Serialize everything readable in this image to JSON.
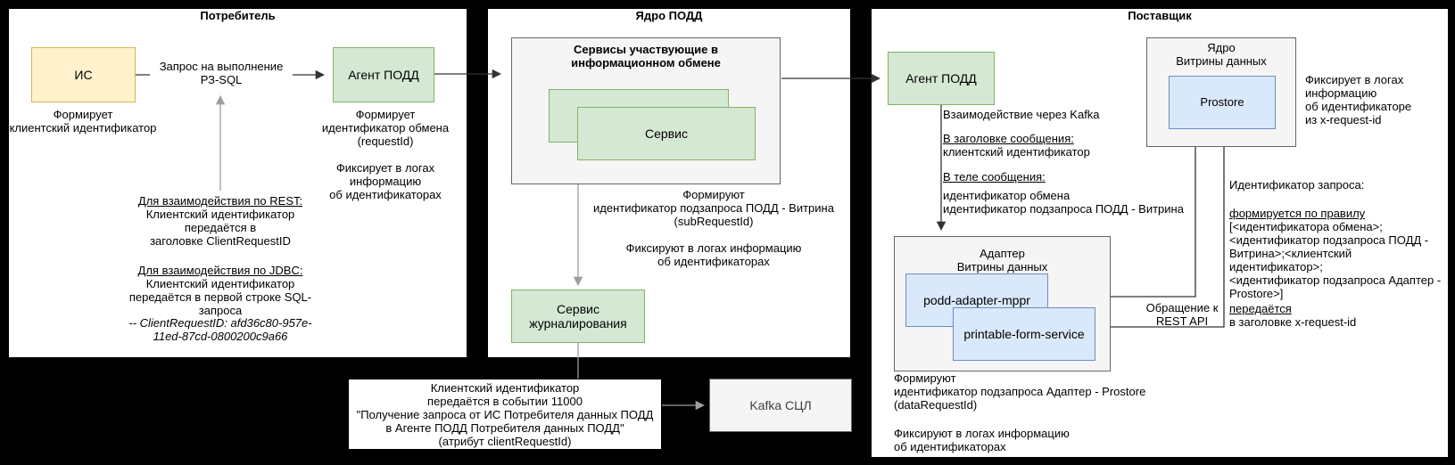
{
  "titles": {
    "consumer": "Потребитель",
    "core": "Ядро ПОДД",
    "supplier": "Поставщик"
  },
  "consumer": {
    "is_label": "ИС",
    "is_note": "Формирует\nклиентский идентификатор",
    "request_arrow_label": "Запрос на выполнение\nРЗ-SQL",
    "agent_label": "Агент ПОДД",
    "agent_note_1": "Формирует\nидентификатор обмена\n(requestId)",
    "agent_note_2": "Фиксирует в логах\nинформацию\nоб идентификаторах",
    "rest_heading": "Для взаимодействия по REST:",
    "rest_body": "Клиентский идентификатор\nпередаётся в\nзаголовке ClientRequestID",
    "jdbc_heading": "Для взаимодействия по JDBC:",
    "jdbc_body": "Клиентский идентификатор\nпередаётся в первой строке SQL-\nзапроса",
    "jdbc_example": "-- ClientRequestID: afd36c80-957e-\n11ed-87cd-0800200c9a66"
  },
  "core": {
    "services_group_title": "Сервисы участвующие в\nинформационном обмене",
    "service_label": "Сервис",
    "group_note_1": "Формируют\nидентификатор подзапроса ПОДД - Витрина\n(subRequestId)",
    "group_note_2": "Фиксируют в логах информацию\nоб идентификаторах",
    "logging_service_label": "Сервис\nжурналирования"
  },
  "event_note": {
    "text": "Клиентский идентификатор\nпередаётся в событии 11000\n\"Получение запроса от ИС Потребителя данных ПОДД\nв Агенте ПОДД Потребителя данных ПОДД\"\n(атрибут clientRequestId)"
  },
  "kafka": {
    "label": "Kafka СЦЛ"
  },
  "supplier": {
    "agent_label": "Агент ПОДД",
    "kafka_note_intro": "Взаимодействие через Kafka",
    "kafka_note_header_heading": "В заголовке сообщения:",
    "kafka_note_header_body": "клиентский идентификатор",
    "kafka_note_body_heading": "В теле сообщения:",
    "kafka_note_body_body": "идентификатор обмена\nидентификатор подзапроса ПОДД - Витрина",
    "dm_core_title": "Ядро\nВитрины данных",
    "prostore_label": "Prostore",
    "prostore_note": "Фиксирует в логах\nинформацию\nоб идентификаторе\nиз x-request-id",
    "adapter_title": "Адаптер\nВитрины данных",
    "adapter_service_1": "podd-adapter-mppr",
    "adapter_service_2": "printable-form-service",
    "rest_api_label": "Обращение к\nREST API",
    "request_id_title": "Идентификатор запроса:",
    "request_id_rule_heading": "формируется по правилу",
    "request_id_rule_body": "[<идентификатора обмена>;\n<идентификатор подзапроса ПОДД -\nВитрина>;<клиентский идентификатор>;\n<идентификатор подзапроса Адаптер -\nProstore>]",
    "request_id_pass_heading": "передаётся ",
    "request_id_pass_body": "в заголовке x-request-id",
    "adapter_note_1": "Формируют\nидентификатор подзапроса Адаптер - Prostore\n(dataRequestId)",
    "adapter_note_2": "Фиксируют в логах информацию\nоб идентификаторах"
  },
  "colors": {
    "yellow_fill": "#fff2cc",
    "yellow_border": "#d6b656",
    "green_fill": "#d5e8d4",
    "green_border": "#82b366",
    "blue_fill": "#dae8fc",
    "blue_border": "#6c8ebf",
    "grey_fill": "#f5f5f5",
    "grey_border": "#666666",
    "panel_bg": "#ffffff",
    "panel_border": "#000000",
    "arrow_dark": "#333333",
    "arrow_grey": "#9e9e9e"
  }
}
